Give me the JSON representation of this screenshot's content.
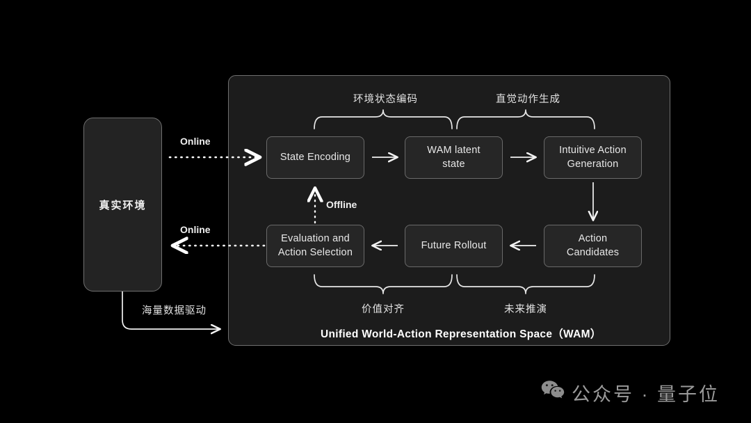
{
  "diagram": {
    "environment": {
      "label": "真实环境"
    },
    "panel": {
      "title": "Unified World-Action Representation Space（WAM）",
      "nodes": {
        "state_encoding": "State Encoding",
        "wam_latent_state": "WAM latent\nstate",
        "intuitive_action_generation": "Intuitive Action\nGeneration",
        "action_candidates": "Action\nCandidates",
        "future_rollout": "Future Rollout",
        "evaluation_and_action_selection": "Evaluation and\nAction Selection"
      },
      "braces": {
        "top_left": "环境状态编码",
        "top_right": "直觉动作生成",
        "bottom_left": "价值对齐",
        "bottom_right": "未来推演"
      }
    },
    "edges": {
      "online_in": "Online",
      "online_out": "Online",
      "offline": "Offline",
      "data_driven": "海量数据驱动"
    }
  },
  "watermark": {
    "text": "公众号 · 量子位",
    "icon": "wechat-icon"
  },
  "colors": {
    "background": "#000000",
    "panel_fill": "#1c1c1c",
    "node_fill": "#262626",
    "stroke": "#6a6a6a",
    "text": "#e8e8e8",
    "watermark": "#9a9a9a"
  }
}
